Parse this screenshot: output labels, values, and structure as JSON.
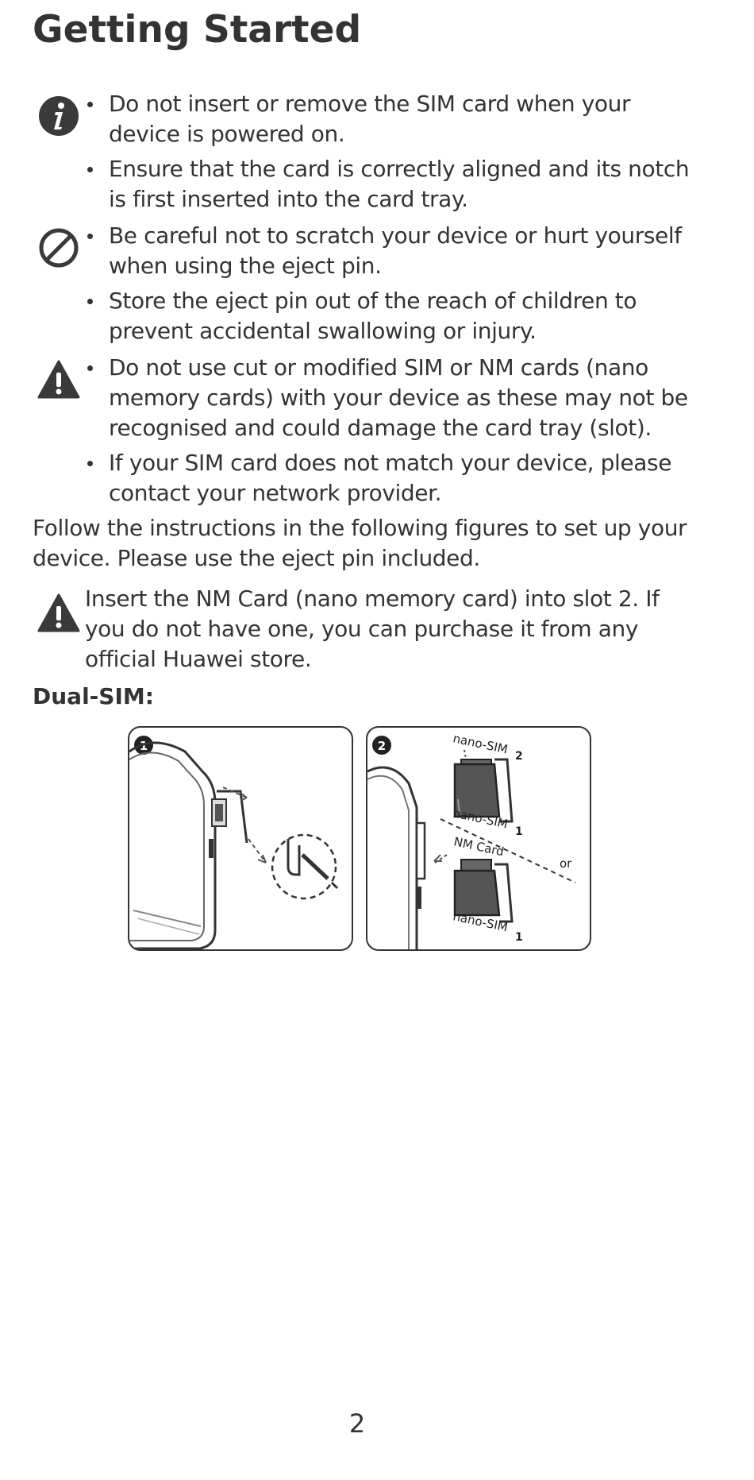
{
  "page": {
    "title": "Getting Started",
    "page_number": "2"
  },
  "notices": [
    {
      "icon": "info-icon",
      "items": [
        "Do not insert or remove the SIM card when your device is powered on.",
        "Ensure that the card is correctly aligned and its notch is first inserted into the card tray."
      ]
    },
    {
      "icon": "prohibited-icon",
      "items": [
        "Be careful not to scratch your device or hurt yourself when using the eject pin.",
        "Store the eject pin out of the reach of children to prevent accidental swallowing or injury."
      ]
    },
    {
      "icon": "warning-icon",
      "items": [
        "Do not use cut or modified SIM or NM cards (nano memory cards) with your device as these may not be recognised and could damage the card tray (slot).",
        "If your SIM card does not match your device, please contact your network provider."
      ]
    }
  ],
  "instruction": "Follow the instructions in the following figures to set up your device. Please use the eject pin included.",
  "nm_note": {
    "icon": "warning-icon",
    "text": "Insert the NM Card (nano memory card) into slot 2. If you do not have one, you can purchase it from any official Huawei store."
  },
  "dual_sim_heading": "Dual-SIM:",
  "figures": [
    {
      "step": "1"
    },
    {
      "step": "2",
      "labels": {
        "top_slot": "nano-SIM",
        "top_slot_num": "2",
        "mid_slot": "nano-SIM",
        "mid_slot_num": "1",
        "nm_card": "NM Card",
        "or": "or",
        "bottom_slot": "nano-SIM",
        "bottom_slot_num": "1"
      }
    }
  ]
}
